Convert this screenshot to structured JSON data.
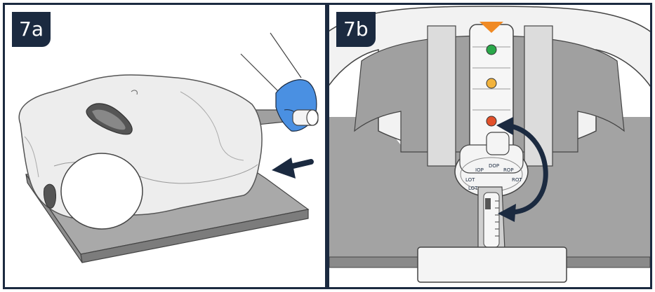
{
  "panels": [
    {
      "label": "7a"
    },
    {
      "label": "7b"
    }
  ],
  "dial": {
    "markings": [
      "LOT",
      "IOP",
      "DOP",
      "ROP",
      "ROT",
      "LOT"
    ]
  },
  "colors": {
    "frame": "#1b2a40",
    "manikin": "#eeeeee",
    "glove": "#4a90e2",
    "indicator_top": "#f08a24",
    "indicator_green": "#2aa84a",
    "indicator_yellow": "#f2b33d",
    "indicator_red": "#e2502a"
  }
}
